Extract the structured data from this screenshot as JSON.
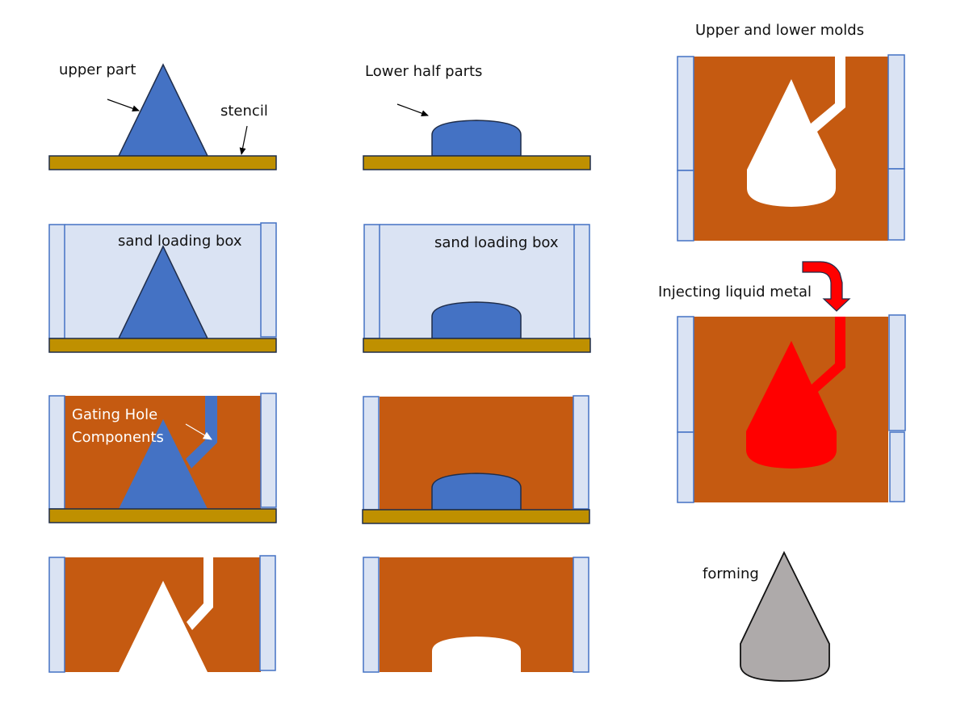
{
  "title": "Sand casting process",
  "colors": {
    "pattern": "#4472C4",
    "pattern_stroke": "#1F2D4A",
    "stencil": "#BF9000",
    "box": "#DAE3F3",
    "box_stroke": "#4472C4",
    "sand": "#C55A11",
    "metal": "#FF0000",
    "casting": "#AEAAAA",
    "cavity": "#FFFFFF"
  },
  "labels": {
    "upper_part": "upper part",
    "stencil": "stencil",
    "lower_half_parts": "Lower half parts",
    "sand_box_left": "sand loading box",
    "sand_box_middle": "sand loading box",
    "gating_line1": "Gating Hole",
    "gating_line2": "Components",
    "upper_lower_molds": "Upper and lower molds",
    "injecting": "Injecting liquid metal",
    "forming": "forming"
  },
  "steps": [
    {
      "column": "upper",
      "stage": 1,
      "description": "Pattern on stencil"
    },
    {
      "column": "upper",
      "stage": 2,
      "description": "Sand loading box placed"
    },
    {
      "column": "upper",
      "stage": 3,
      "description": "Sand filled with gating"
    },
    {
      "column": "upper",
      "stage": 4,
      "description": "Pattern removed"
    },
    {
      "column": "lower",
      "stage": 1,
      "description": "Pattern on stencil"
    },
    {
      "column": "lower",
      "stage": 2,
      "description": "Sand loading box placed"
    },
    {
      "column": "lower",
      "stage": 3,
      "description": "Sand filled"
    },
    {
      "column": "lower",
      "stage": 4,
      "description": "Pattern removed"
    },
    {
      "column": "assembly",
      "stage": 1,
      "description": "Molds assembled"
    },
    {
      "column": "assembly",
      "stage": 2,
      "description": "Metal poured"
    },
    {
      "column": "assembly",
      "stage": 3,
      "description": "Casting formed"
    }
  ]
}
